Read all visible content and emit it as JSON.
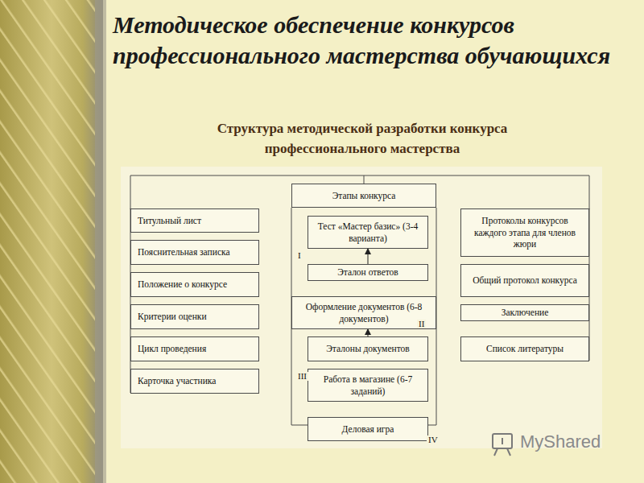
{
  "diagram": {
    "title": "Методическое обеспечение конкурсов профессионального мастерства обучающихся",
    "nodes": [
      {
        "text": [
          "Титульный лист"
        ]
      },
      {
        "text": [
          "Пояснительная записка"
        ]
      },
      {
        "text": [
          "Положение о конкурсе"
        ]
      },
      {
        "text": [
          "Критерии оценки"
        ]
      },
      {
        "text": [
          "Цикл проведения"
        ]
      },
      {
        "text": [
          "Карточка участника"
        ]
      },
      {
        "text": [
          "Этапы конкурса"
        ]
      },
      {
        "text": [
          "Тест «Мастер базис» (3-4 варианта)"
        ]
      },
      {
        "text": [
          "Эталон ответов"
        ]
      },
      {
        "text": [
          "Оформление документов (6-8 документов)"
        ]
      },
      {
        "text": [
          "Эталоны документов"
        ]
      },
      {
        "text": [
          "Работа в магазине (6-7 заданий)"
        ]
      },
      {
        "text": [
          "Деловая игра"
        ]
      },
      {
        "text": [
          "Протоколы конкурсов каждого этапа для членов жюри"
        ]
      },
      {
        "text": [
          "Общий протокол конкурса"
        ]
      },
      {
        "text": [
          "Заключение"
        ]
      },
      {
        "text": [
          "Список литературы"
        ]
      }
    ],
    "edges": [
      {
        "from": 8,
        "to": 7,
        "arrow": "to"
      },
      {
        "from": 10,
        "to": 9,
        "arrow": "to"
      }
    ],
    "labels": [
      "Структура методической разработки конкурса профессионального мастерства",
      "I",
      "II",
      "III",
      "IV",
      "MyShared"
    ]
  }
}
